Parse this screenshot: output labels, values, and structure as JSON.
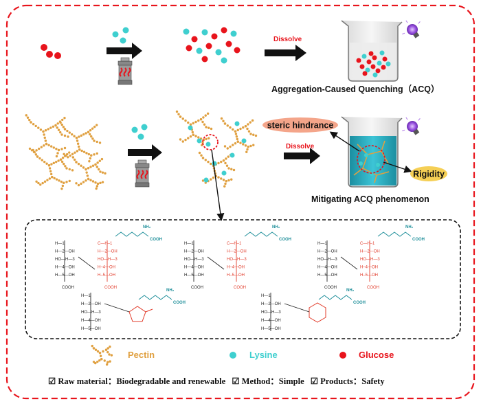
{
  "row1": {
    "dissolve_label": "Dissolve",
    "acq_caption": "Aggregation-Caused Quenching（ACQ）"
  },
  "row2": {
    "dissolve_label": "Dissolve",
    "steric_label": "steric hindrance",
    "rigidity_label": "Rigidity",
    "mitigating_caption": "Mitigating ACQ phenomenon"
  },
  "chem_labels": {
    "cooh": "COOH",
    "nh2": "NH₂",
    "oh": "OH",
    "h": "H",
    "c1": "H—1",
    "c2": "H—2—OH",
    "c3": "HO—H—3",
    "c4": "H—4—OH",
    "c5": "H—5—OH",
    "r1": "C—H–1",
    "r2": "H—2—OH",
    "r3": "HO—H—3",
    "r4": "H–4—OH",
    "r5": "H–5—OH"
  },
  "legend": {
    "pectin": "Pectin",
    "lysine": "Lysine",
    "glucose": "Glucose"
  },
  "footer": {
    "item1": "☑ Raw material：Biodegradable and renewable",
    "item2": "☑ Method：Simple",
    "item3": "☑ Products：Safety"
  },
  "colors": {
    "glucose": "#e8141c",
    "lysine": "#3fcfcf",
    "pectin": "#e0a040",
    "frame": "#e8141c",
    "steric_fill": "#f4a58a",
    "rigidity_fill": "#f5cf55",
    "liquid": "#2fb6c8",
    "uv": "#8b3fd6"
  }
}
